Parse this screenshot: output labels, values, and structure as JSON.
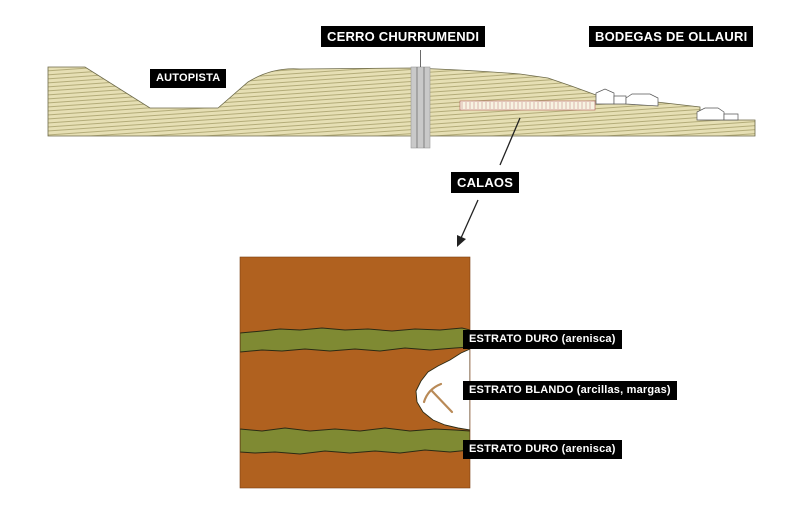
{
  "labels": {
    "autopista": "AUTOPISTA",
    "cerro": "CERRO CHURRUMENDI",
    "bodegas": "BODEGAS DE OLLAURI",
    "calaos": "CALAOS",
    "estrato_duro_top": "ESTRATO DURO (arenisca)",
    "estrato_blando": "ESTRATO BLANDO (arcillas, margas)",
    "estrato_duro_bottom": "ESTRATO DURO (arenisca)"
  },
  "colors": {
    "terrain_fill": "#e6dfb4",
    "terrain_hatch": "#a79f6a",
    "terrain_outline": "#6d6a4a",
    "soft_stratum": "#b0611f",
    "hard_stratum": "#7f8a33",
    "tunnel": "#ffffff",
    "pick_handle": "#b98a57",
    "shaft": "#c9c9c9",
    "label_bg": "#000000",
    "label_text": "#ffffff"
  }
}
